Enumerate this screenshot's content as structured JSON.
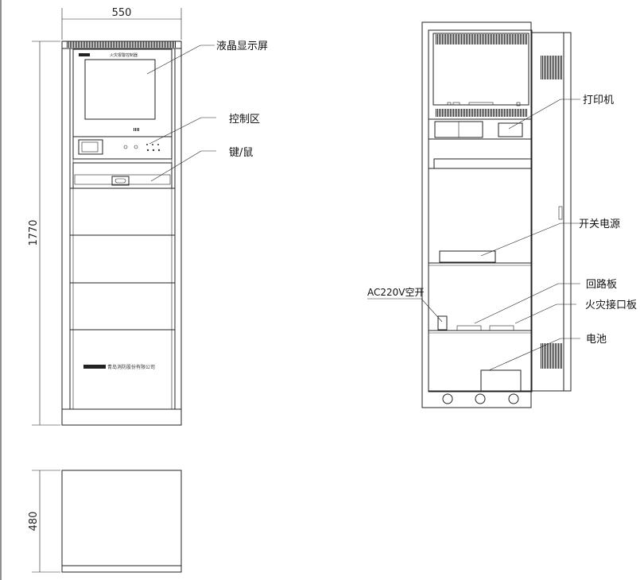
{
  "front_view": {
    "width_dim": "550",
    "height_dim": "1770",
    "panel_title": "火灾报警控制器",
    "company_name": "青岛消防股份有限公司",
    "labels": {
      "lcd": "液晶显示屏",
      "control": "控制区",
      "keyboard": "键/鼠"
    }
  },
  "side_view": {
    "depth_dim": "480"
  },
  "rear_view": {
    "labels": {
      "printer": "打印机",
      "psu": "开关电源",
      "breaker": "AC220V空开",
      "loop_board": "回路板",
      "fire_interface": "火灾接口板",
      "battery": "电池"
    }
  }
}
